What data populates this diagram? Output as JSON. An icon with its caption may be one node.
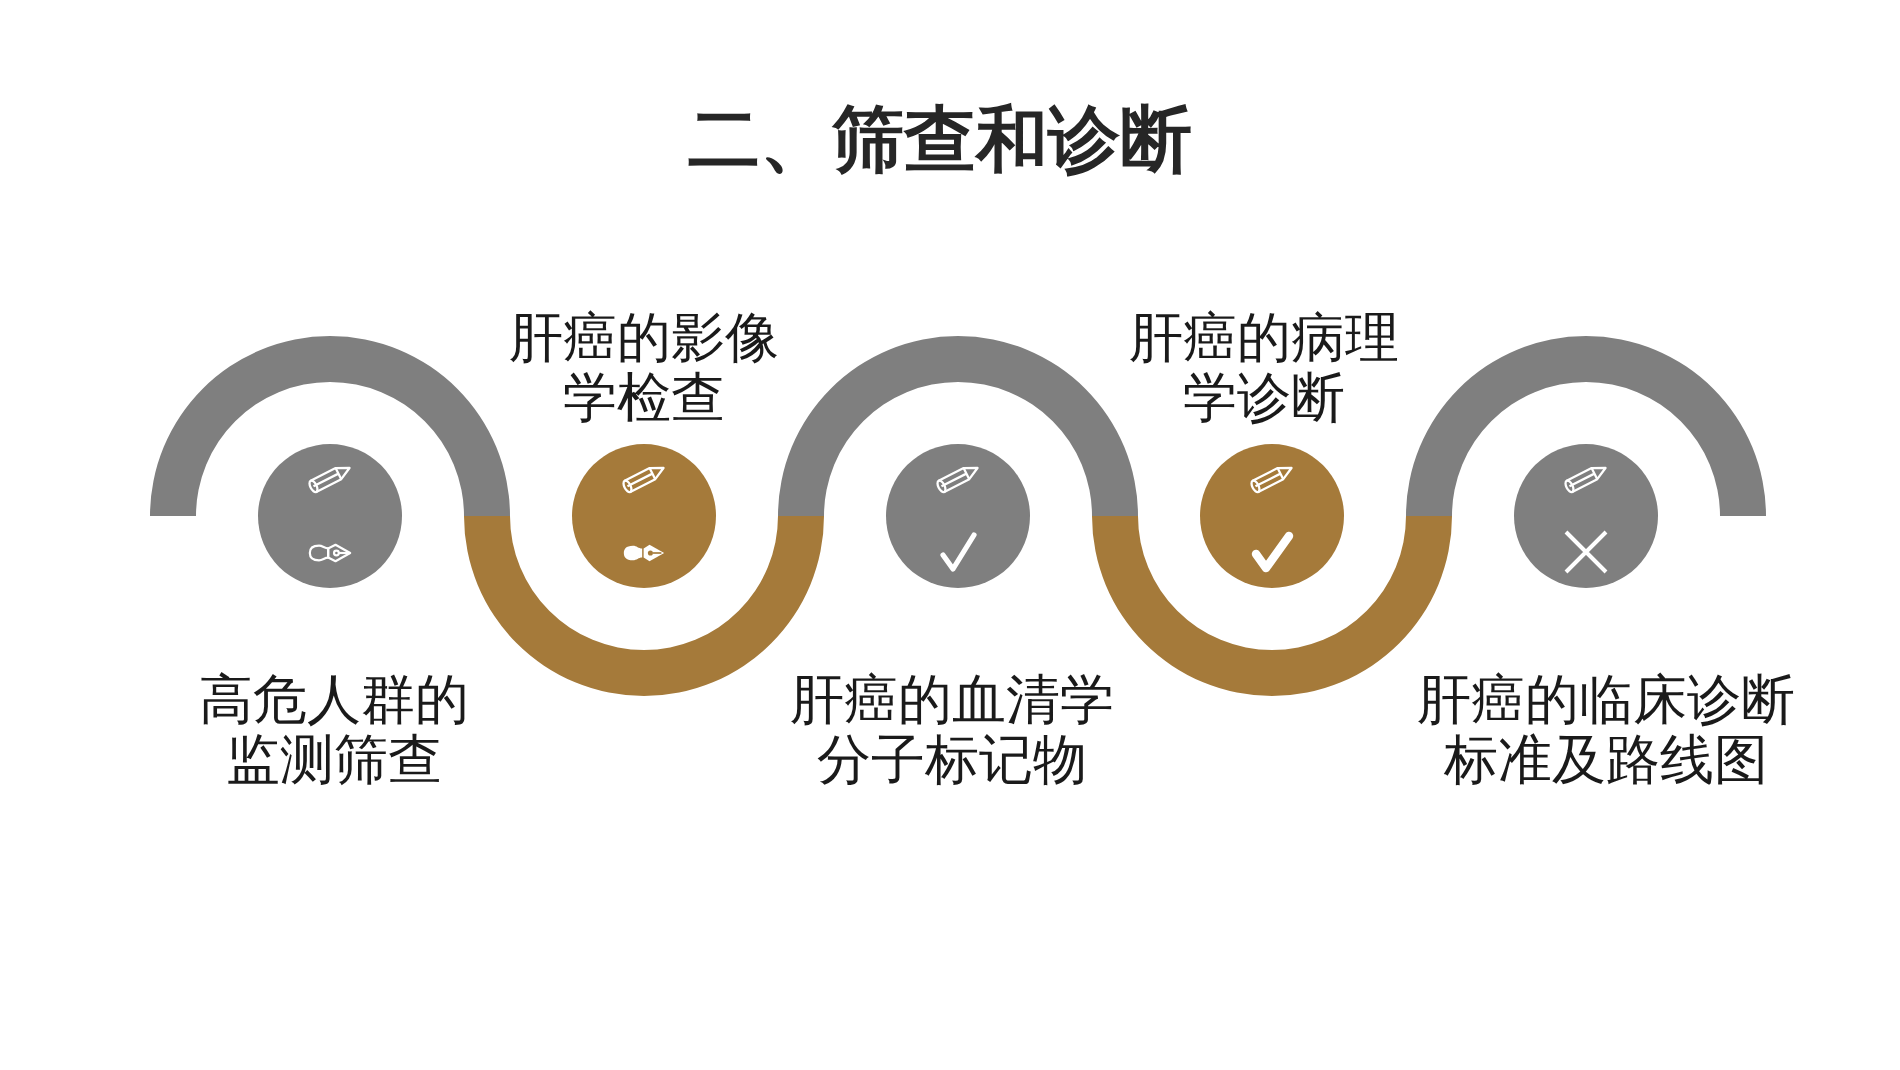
{
  "diagram": {
    "title": "二、筛查和诊断",
    "nodes": [
      {
        "text": [],
        "shape": "circle",
        "beside": [
          "高危人群的监测筛查"
        ]
      },
      {
        "text": [],
        "shape": "circle",
        "beside": [
          "肝癌的影像学检查"
        ]
      },
      {
        "text": [],
        "shape": "circle",
        "beside": [
          "肝癌的血清学分子标记物"
        ]
      },
      {
        "text": [],
        "shape": "circle",
        "beside": [
          "肝癌的病理学诊断"
        ]
      },
      {
        "text": [],
        "shape": "circle",
        "beside": [
          "肝癌的临床诊断标准及路线图"
        ]
      }
    ]
  }
}
